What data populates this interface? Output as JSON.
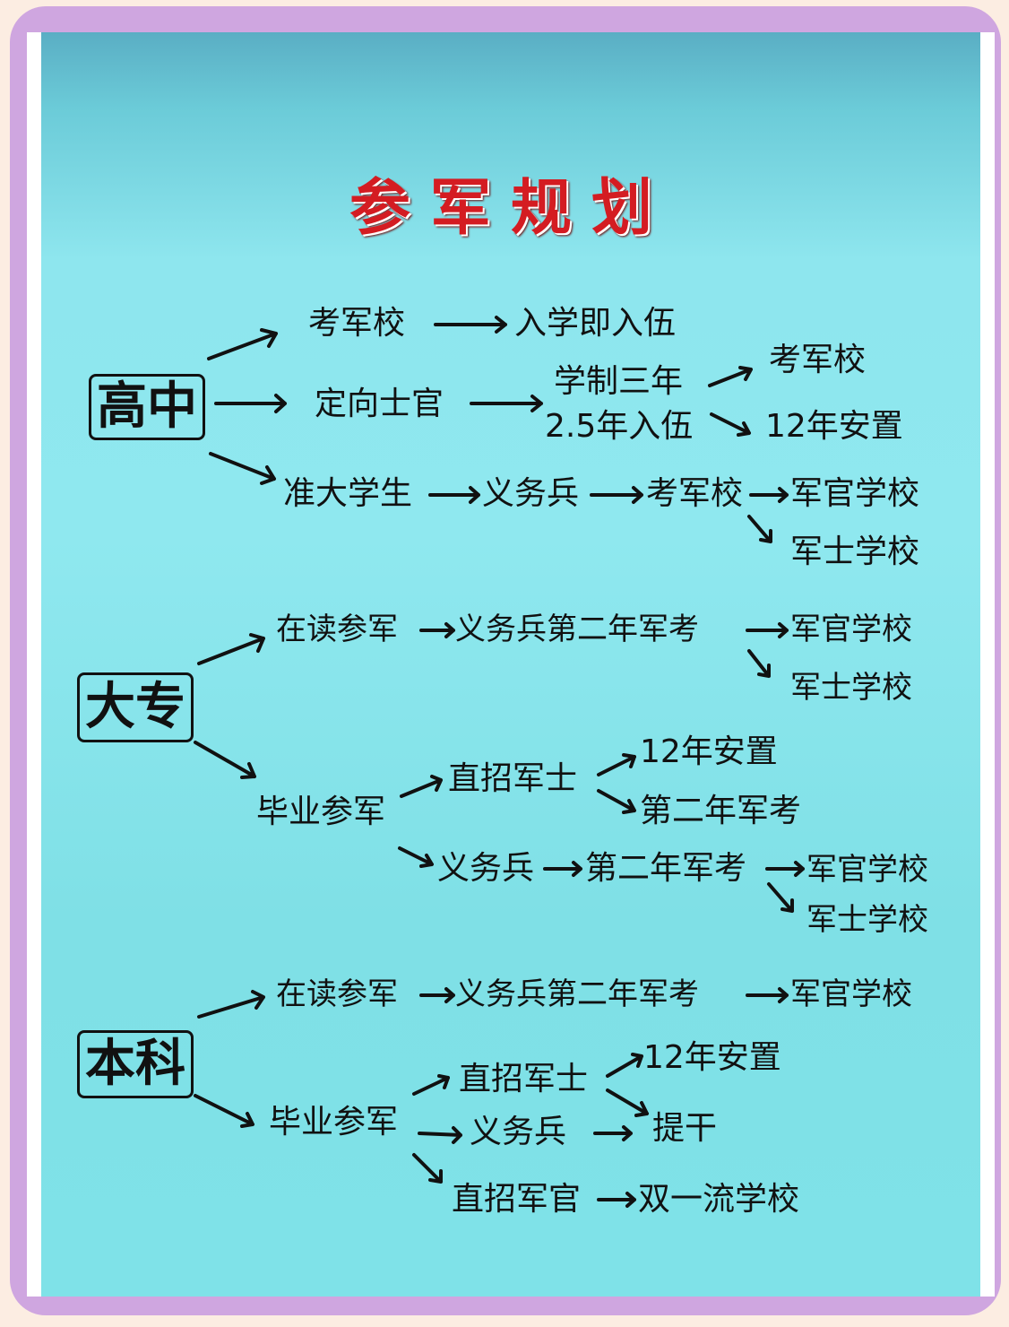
{
  "title": "参军规划",
  "colors": {
    "title": "#d41c22",
    "frame": "#cfa6e0",
    "background_outer": "#fcede2",
    "canvas_top": "#5aaec4",
    "canvas_main": "#8ee6ee",
    "text": "#111111"
  },
  "sections": {
    "high_school": {
      "label": "高中",
      "branch1": {
        "step1": "考军校",
        "step2": "入学即入伍"
      },
      "branch2": {
        "step1": "定向士官",
        "step2a": "学制三年",
        "step2b": "2.5年入伍",
        "out_a": "考军校",
        "out_b": "12年安置"
      },
      "branch3": {
        "step1": "准大学生",
        "step2": "义务兵",
        "step3": "考军校",
        "out_a": "军官学校",
        "out_b": "军士学校"
      }
    },
    "college": {
      "label": "大专",
      "branch1": {
        "step1": "在读参军",
        "step2": "义务兵第二年军考",
        "out_a": "军官学校",
        "out_b": "军士学校"
      },
      "branch2": {
        "step1": "毕业参军",
        "sub1": {
          "step": "直招军士",
          "out_a": "12年安置",
          "out_b": "第二年军考"
        },
        "sub2": {
          "step1": "义务兵",
          "step2": "第二年军考",
          "out_a": "军官学校",
          "out_b": "军士学校"
        }
      }
    },
    "undergrad": {
      "label": "本科",
      "branch1": {
        "step1": "在读参军",
        "step2": "义务兵第二年军考",
        "out": "军官学校"
      },
      "branch2": {
        "step1": "毕业参军",
        "sub1": {
          "step": "直招军士",
          "out_a": "12年安置"
        },
        "sub2": {
          "step": "义务兵",
          "out": "提干"
        },
        "sub3": {
          "step": "直招军官",
          "out": "双一流学校"
        }
      }
    }
  }
}
